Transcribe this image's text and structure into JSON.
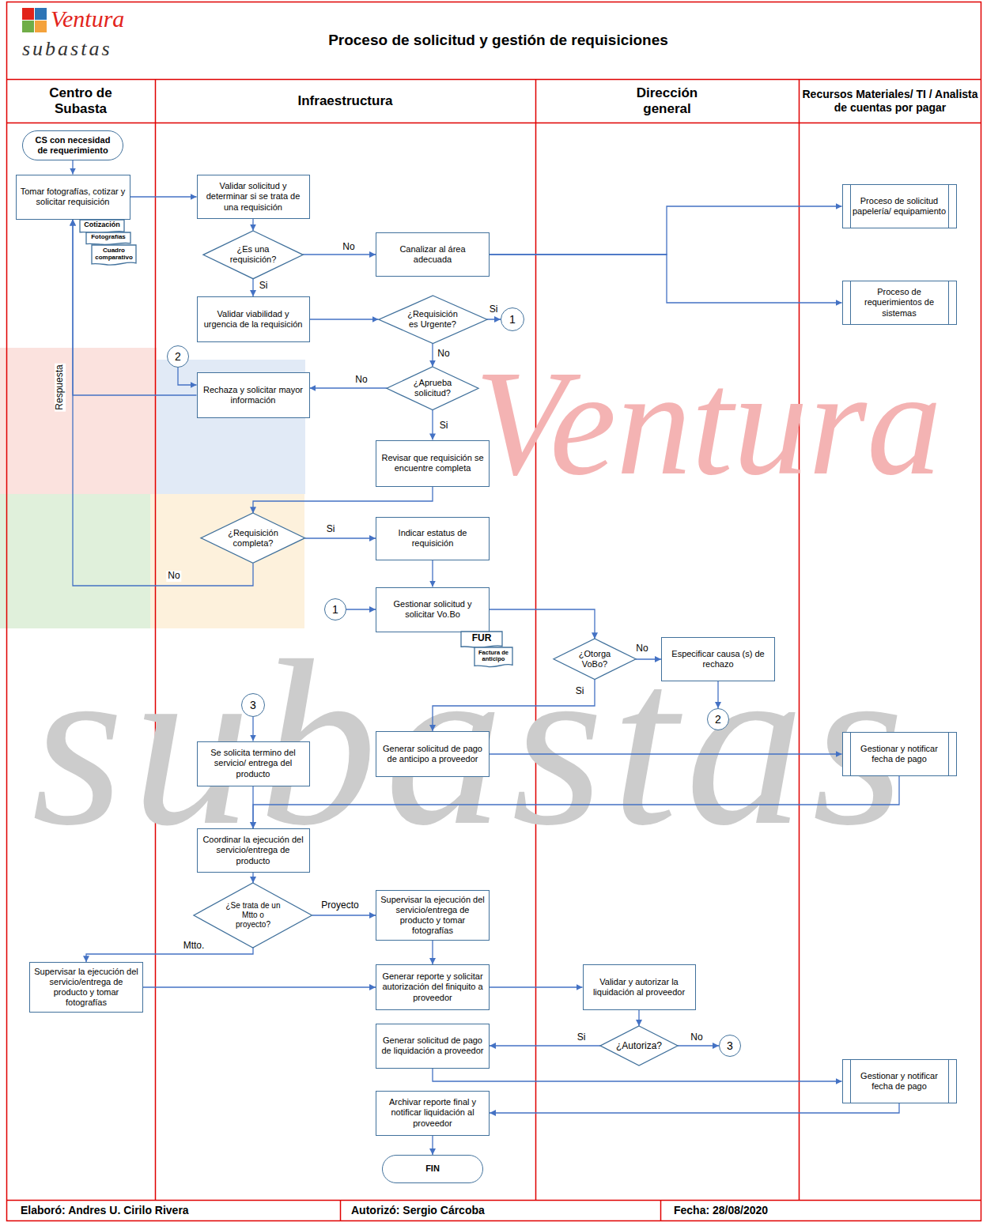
{
  "diagram": {
    "title": "Proceso de solicitud y gestión de requisiciones",
    "nodes": [
      {
        "text": [
          "Centro de Subasta"
        ]
      },
      {
        "text": [
          "Infraestructura"
        ]
      },
      {
        "text": [
          "Dirección general"
        ]
      },
      {
        "text": [
          "Recursos Materiales/ TI / Analista de cuentas por pagar"
        ]
      },
      {
        "text": [
          "CS con necesidad de requerimiento"
        ],
        "in": 0
      },
      {
        "text": [
          "Tomar fotografías, cotizar y solicitar requisición"
        ],
        "in": 0
      },
      {
        "text": [
          "Validar solicitud y determinar si se trata de una requisición"
        ],
        "in": 1
      },
      {
        "text": [
          "Proceso de solicitud papelería/ equipamiento"
        ],
        "in": 3
      },
      {
        "text": [
          "Cotización"
        ],
        "in": 0
      },
      {
        "text": [
          "Fotografías"
        ],
        "in": 0
      },
      {
        "text": [
          "Cuadro comparativo"
        ],
        "in": 0
      },
      {
        "text": [
          "¿Es una requisición?"
        ],
        "in": 1
      },
      {
        "text": [
          "Canalizar al área adecuada"
        ],
        "in": 1
      },
      {
        "text": [
          "Proceso de requerimientos de sistemas"
        ],
        "in": 3
      },
      {
        "text": [
          "Validar viabilidad y urgencia de la requisición"
        ],
        "in": 1
      },
      {
        "text": [
          "¿Requisición es Urgente?"
        ],
        "in": 1
      },
      {
        "text": [
          "1"
        ],
        "in": 1
      },
      {
        "text": [
          "2"
        ],
        "in": 1
      },
      {
        "text": [
          "Rechaza y solicitar mayor información"
        ],
        "in": 1
      },
      {
        "text": [
          "¿Aprueba solicitud?"
        ],
        "in": 1
      },
      {
        "text": [
          "Revisar que requisición se encuentre completa"
        ],
        "in": 1
      },
      {
        "text": [
          "¿Requisición completa?"
        ],
        "in": 1
      },
      {
        "text": [
          "Indicar estatus de requisición"
        ],
        "in": 1
      },
      {
        "text": [
          "1"
        ],
        "in": 1
      },
      {
        "text": [
          "Gestionar solicitud y solicitar Vo.Bo"
        ],
        "in": 1
      },
      {
        "text": [
          "FUR"
        ],
        "in": 1
      },
      {
        "text": [
          "Factura de anticipo"
        ],
        "in": 1
      },
      {
        "text": [
          "¿Otorga VoBo?"
        ],
        "in": 2
      },
      {
        "text": [
          "Especificar causa (s) de rechazo"
        ],
        "in": 2
      },
      {
        "text": [
          "3"
        ],
        "in": 1
      },
      {
        "text": [
          "2"
        ],
        "in": 2
      },
      {
        "text": [
          "Generar solicitud de pago de anticipo a proveedor"
        ],
        "in": 1
      },
      {
        "text": [
          "Gestionar y notificar fecha de pago"
        ],
        "in": 3
      },
      {
        "text": [
          "Se solicita termino del servicio/ entrega del producto"
        ],
        "in": 1
      },
      {
        "text": [
          "Coordinar la ejecución del servicio/entrega de producto"
        ],
        "in": 1
      },
      {
        "text": [
          "¿Se trata de un Mtto o proyecto?"
        ],
        "in": 1
      },
      {
        "text": [
          "Supervisar la ejecución del servicio/entrega de producto y tomar fotografías"
        ],
        "in": 1
      },
      {
        "text": [
          "Supervisar la ejecución del servicio/entrega de producto y tomar fotografías"
        ],
        "in": 0
      },
      {
        "text": [
          "Generar reporte y solicitar autorización del finiquito a proveedor"
        ],
        "in": 1
      },
      {
        "text": [
          "Validar y autorizar la liquidación al proveedor"
        ],
        "in": 2
      },
      {
        "text": [
          "Generar solicitud de pago de liquidación a proveedor"
        ],
        "in": 1
      },
      {
        "text": [
          "¿Autoriza?"
        ],
        "in": 2
      },
      {
        "text": [
          "3"
        ],
        "in": 2
      },
      {
        "text": [
          "Gestionar y notificar fecha de pago"
        ],
        "in": 3
      },
      {
        "text": [
          "Archivar reporte final y notificar liquidación al proveedor"
        ],
        "in": 1
      },
      {
        "text": [
          "FIN"
        ],
        "in": 1
      }
    ],
    "edges": [
      {
        "from": 4,
        "to": 5,
        "arrow": "to"
      },
      {
        "from": 5,
        "to": 6,
        "arrow": "to"
      },
      {
        "from": 6,
        "to": 11,
        "arrow": "to"
      },
      {
        "from": 11,
        "to": 12,
        "label": "No",
        "arrow": "to"
      },
      {
        "from": 12,
        "to": 7,
        "arrow": "to"
      },
      {
        "from": 12,
        "to": 13,
        "arrow": "to"
      },
      {
        "from": 11,
        "to": 14,
        "label": "Si",
        "arrow": "to"
      },
      {
        "from": 14,
        "to": 15,
        "arrow": "to"
      },
      {
        "from": 15,
        "to": 16,
        "label": "Si",
        "arrow": "to"
      },
      {
        "from": 15,
        "to": 19,
        "label": "No",
        "arrow": "to"
      },
      {
        "from": 19,
        "to": 18,
        "label": "No",
        "arrow": "to"
      },
      {
        "from": 17,
        "to": 18,
        "arrow": "to"
      },
      {
        "from": 18,
        "to": 5,
        "label": "Respuesta",
        "arrow": "to"
      },
      {
        "from": 21,
        "to": 5,
        "label": "No",
        "arrow": "to"
      },
      {
        "from": 19,
        "to": 20,
        "label": "Si",
        "arrow": "to"
      },
      {
        "from": 20,
        "to": 21,
        "arrow": "to"
      },
      {
        "from": 21,
        "to": 22,
        "label": "Si",
        "arrow": "to"
      },
      {
        "from": 22,
        "to": 24,
        "arrow": "to"
      },
      {
        "from": 23,
        "to": 24,
        "arrow": "to"
      },
      {
        "from": 24,
        "to": 27,
        "arrow": "to"
      },
      {
        "from": 27,
        "to": 28,
        "label": "No",
        "arrow": "to"
      },
      {
        "from": 28,
        "to": 30,
        "arrow": "to"
      },
      {
        "from": 27,
        "to": 31,
        "label": "Si",
        "arrow": "to"
      },
      {
        "from": 31,
        "to": 32,
        "arrow": "to"
      },
      {
        "from": 32,
        "to": 34,
        "arrow": "to"
      },
      {
        "from": 29,
        "to": 33,
        "arrow": "to"
      },
      {
        "from": 33,
        "to": 34,
        "arrow": "to"
      },
      {
        "from": 34,
        "to": 35,
        "arrow": "to"
      },
      {
        "from": 35,
        "to": 36,
        "label": "Proyecto",
        "arrow": "to"
      },
      {
        "from": 35,
        "to": 37,
        "label": "Mtto.",
        "arrow": "to"
      },
      {
        "from": 36,
        "to": 38,
        "arrow": "to"
      },
      {
        "from": 37,
        "to": 38,
        "arrow": "to"
      },
      {
        "from": 38,
        "to": 39,
        "arrow": "to"
      },
      {
        "from": 39,
        "to": 41,
        "arrow": "to"
      },
      {
        "from": 41,
        "to": 40,
        "label": "Si",
        "arrow": "to"
      },
      {
        "from": 41,
        "to": 42,
        "label": "No",
        "arrow": "to"
      },
      {
        "from": 40,
        "to": 43,
        "arrow": "to"
      },
      {
        "from": 43,
        "to": 44,
        "arrow": "to"
      },
      {
        "from": 44,
        "to": 45,
        "arrow": "to"
      }
    ],
    "labels": [
      "Ventura",
      "subastas",
      "Ventura",
      "subastas",
      "Elaboró: Andres U. Cirilo Rivera",
      "Autorizó: Sergio Cárcoba",
      "Fecha: 28/08/2020"
    ]
  }
}
